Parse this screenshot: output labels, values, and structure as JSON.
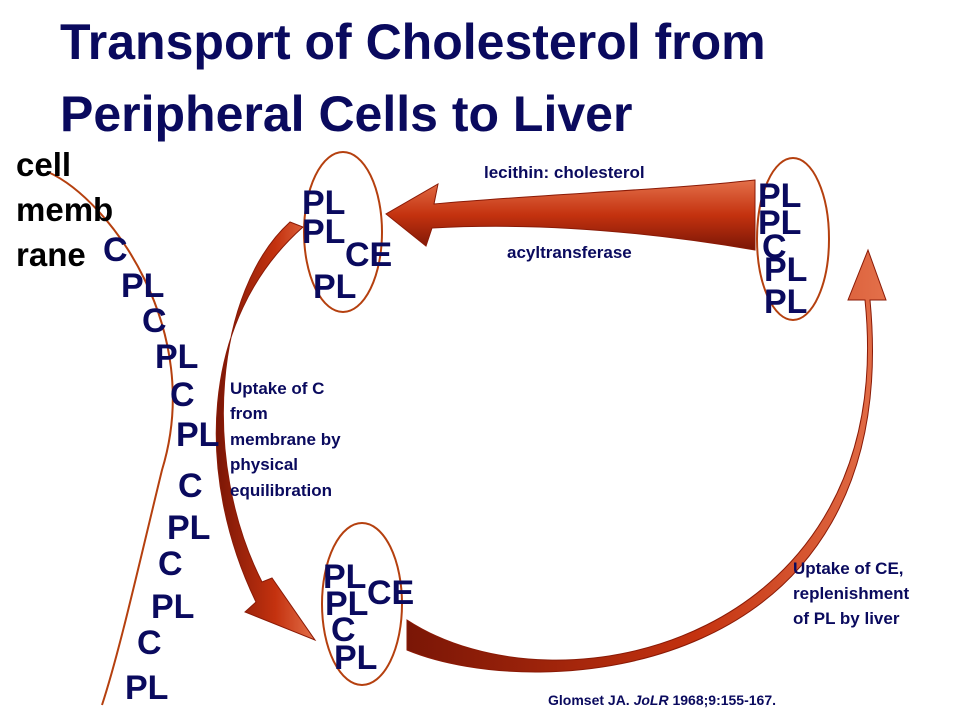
{
  "title": {
    "line1": "Transport of Cholesterol from",
    "line2": "Peripheral Cells to Liver"
  },
  "membrane_label": [
    "cell",
    "memb",
    "rane"
  ],
  "membrane_molecules": [
    "C",
    "PL",
    "C",
    "PL",
    "C",
    "PL",
    "C",
    "PL",
    "C",
    "PL",
    "C",
    "PL"
  ],
  "particle_top_left": [
    "PL",
    "PL",
    "CE",
    "PL"
  ],
  "particle_top_right": [
    "PL",
    "PL",
    "C",
    "PL",
    "PL"
  ],
  "particle_bottom": [
    "PL",
    "PL",
    "CE",
    "C",
    "PL"
  ],
  "enzyme": {
    "line1": "lecithin: cholesterol",
    "line2": "acyltransferase"
  },
  "uptake_c": [
    "Uptake of C",
    "from",
    "membrane by",
    "physical",
    "equilibration"
  ],
  "uptake_ce": [
    "Uptake of CE,",
    "replenishment",
    "of PL by liver"
  ],
  "citation": {
    "author": "Glomset JA.",
    "journal": "JoLR",
    "ref": "1968;9:155-167."
  },
  "colors": {
    "title": "#0a0a5e",
    "arrow": "#b5270e",
    "membrane": "#b5400f",
    "text": "#0a0a5e"
  }
}
